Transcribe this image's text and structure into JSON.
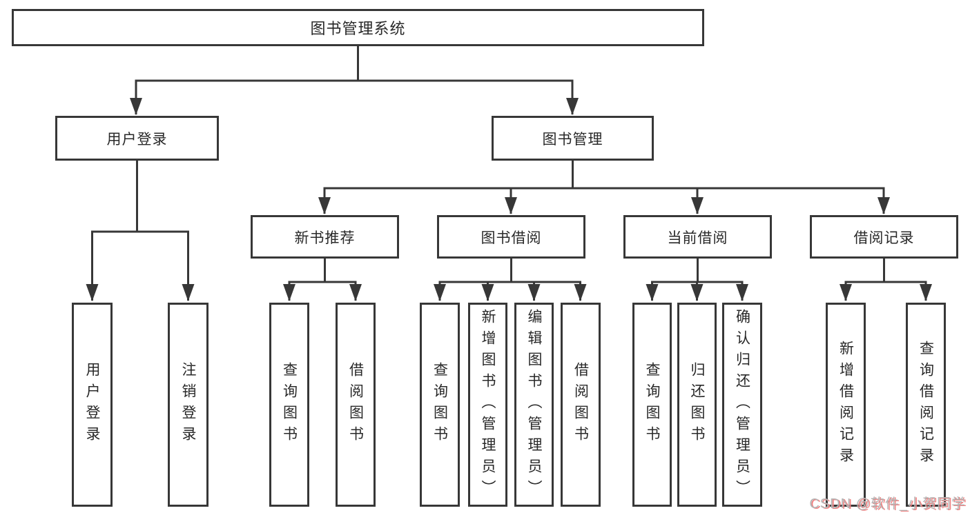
{
  "diagram": {
    "root_label": "图书管理系统",
    "branches": [
      {
        "label": "用户登录",
        "children": [
          {
            "label": "用户登录"
          },
          {
            "label": "注销登录"
          }
        ]
      },
      {
        "label": "图书管理",
        "children": [
          {
            "label": "新书推荐",
            "children": [
              {
                "label": "查询图书"
              },
              {
                "label": "借阅图书"
              }
            ]
          },
          {
            "label": "图书借阅",
            "children": [
              {
                "label": "查询图书"
              },
              {
                "label": "新增图书（管理员）"
              },
              {
                "label": "编辑图书（管理员）"
              },
              {
                "label": "借阅图书"
              }
            ]
          },
          {
            "label": "当前借阅",
            "children": [
              {
                "label": "查询图书"
              },
              {
                "label": "归还图书"
              },
              {
                "label": "确认归还（管理员）"
              }
            ]
          },
          {
            "label": "借阅记录",
            "children": [
              {
                "label": "新增借阅记录"
              },
              {
                "label": "查询借阅记录"
              }
            ]
          }
        ]
      }
    ],
    "watermark": "CSDN @软件_小贺同学"
  },
  "colors": {
    "line": "#373737",
    "text": "#282828",
    "box-bg": "#ffffff",
    "watermark": "#b4b4b4",
    "watermark-accent": "#f08080"
  }
}
